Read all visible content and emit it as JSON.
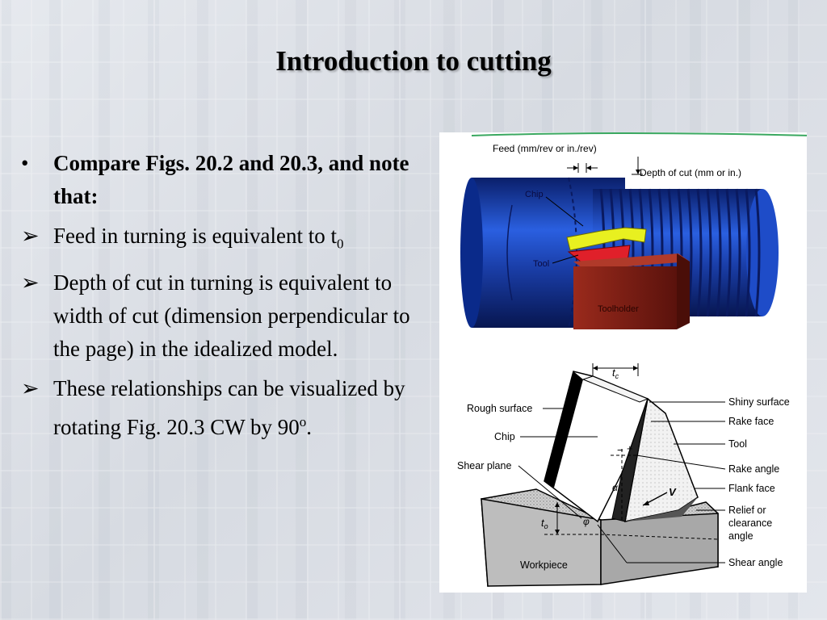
{
  "slide": {
    "title": "Introduction to cutting",
    "bullets": [
      {
        "marker": "•",
        "text": "Compare Figs.  20.2 and 20.3, and note that:"
      },
      {
        "marker": "➢",
        "text": "Feed in turning is equivalent to t",
        "sub": "0"
      },
      {
        "marker": "➢",
        "text": "Depth of cut in turning is equivalent to  width of cut (dimension perpendicular to the page) in the idealized model."
      },
      {
        "marker": "➢",
        "text": "These relationships can be visualized by rotating Fig. 20.3 CW by 90",
        "sup": "o",
        "tail": "."
      }
    ]
  },
  "turning_figure": {
    "feed_label": "Feed  (mm/rev  or  in./rev)",
    "depth_label": "Depth  of  cut  (mm  or  in.)",
    "chip_label": "Chip",
    "tool_label": "Tool",
    "toolholder_label": "Toolholder"
  },
  "cutting_figure": {
    "tc_label": "t",
    "tc_sub": "c",
    "t0_label": "t",
    "t0_sub": "o",
    "alpha": "α",
    "phi": "φ",
    "v": "V",
    "plus": "+",
    "minus": "−",
    "left_labels": [
      "Rough surface",
      "Chip",
      "Shear plane"
    ],
    "right_labels": [
      "Shiny surface",
      "Rake face",
      "Tool",
      "Rake angle",
      "Flank face",
      "Relief or",
      "clearance",
      "angle",
      "Shear angle"
    ],
    "workpiece_label": "Workpiece"
  },
  "colors": {
    "workpiece_blue": "#1a3ea8",
    "chip_yellow": "#e8f020",
    "tool_red": "#e0202a",
    "toolholder_brown": "#7a1c14"
  }
}
